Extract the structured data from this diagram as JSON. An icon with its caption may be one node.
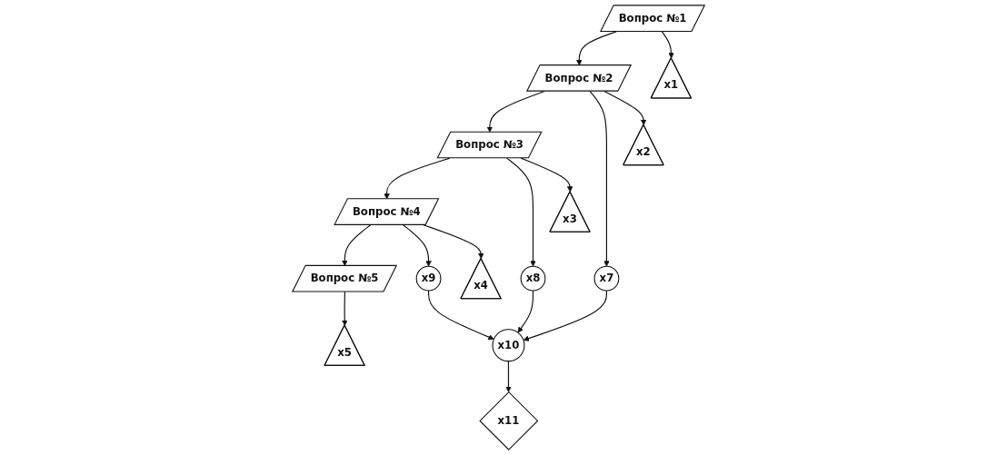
{
  "diagram": {
    "nodes": [
      {
        "text": [
          "Вопрос №1"
        ]
      },
      {
        "text": [
          "Вопрос №2"
        ]
      },
      {
        "text": [
          "Вопрос №3"
        ]
      },
      {
        "text": [
          "Вопрос №4"
        ]
      },
      {
        "text": [
          "Вопрос №5"
        ]
      },
      {
        "text": [
          "x1"
        ]
      },
      {
        "text": [
          "x7"
        ]
      },
      {
        "text": [
          "x2"
        ]
      },
      {
        "text": [
          "x8"
        ]
      },
      {
        "text": [
          "x3"
        ]
      },
      {
        "text": [
          "x9"
        ]
      },
      {
        "text": [
          "x4"
        ]
      },
      {
        "text": [
          "x5"
        ]
      },
      {
        "text": [
          "x10"
        ]
      },
      {
        "text": [
          "x11"
        ]
      }
    ],
    "edges": [
      {
        "from": 0,
        "to": 1,
        "arrow": "to"
      },
      {
        "from": 1,
        "to": 2,
        "arrow": "to"
      },
      {
        "from": 2,
        "to": 3,
        "arrow": "to"
      },
      {
        "from": 3,
        "to": 4,
        "arrow": "to"
      },
      {
        "from": 0,
        "to": 5,
        "arrow": "to"
      },
      {
        "from": 1,
        "to": 6,
        "arrow": "to"
      },
      {
        "from": 1,
        "to": 7,
        "arrow": "to"
      },
      {
        "from": 2,
        "to": 8,
        "arrow": "to"
      },
      {
        "from": 2,
        "to": 9,
        "arrow": "to"
      },
      {
        "from": 3,
        "to": 10,
        "arrow": "to"
      },
      {
        "from": 3,
        "to": 11,
        "arrow": "to"
      },
      {
        "from": 4,
        "to": 12,
        "arrow": "to"
      },
      {
        "from": 6,
        "to": 13,
        "arrow": "to"
      },
      {
        "from": 8,
        "to": 13,
        "arrow": "to"
      },
      {
        "from": 10,
        "to": 13,
        "arrow": "to"
      },
      {
        "from": 13,
        "to": 14,
        "arrow": "to"
      }
    ]
  }
}
